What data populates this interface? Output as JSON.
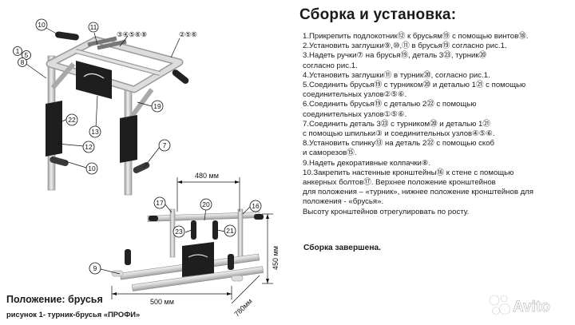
{
  "heading": "Сборка и установка:",
  "steps": [
    "1.Прикрепить подлокотник⑫ к брусьям⑲ с помощью винтов⑱.",
    "2.Установить заглушки⑨,⑩,⑪ в брусья⑲ согласно рис.1.",
    "3.Надеть ручки⑦ на брусья⑲, деталь 3㉓, турник⑳",
    "согласно рис.1.",
    "4.Установить заглушки⑪ в турник⑳, согласно рис.1.",
    "5.Соединить брусья⑲ с турником⑳ и деталью 1㉑ с помощью",
    "соединительных узлов②⑤⑥.",
    "6.Соединить брусья⑲ с деталью 2㉒ с помощью",
    "соединительных узлов①⑤⑥.",
    "7.Соединить деталь 3㉓ с турником⑳ и деталью 1㉑",
    "с помощью шпильки③ и соединительных узлов④⑤⑥.",
    "8.Установить спинку⑬ на деталь 2㉒ с помощью скоб",
    "и саморезов⑮.",
    "9.Надеть декоративные колпачки⑧.",
    "10.Закрепить настенные кронштейны⑯ к стене с помощью",
    "анкерных болтов⑰. Верхнее положение кронштейнов",
    "для положения – «турник», нижнее положение кронштейнов для",
    "положения - «брусья».",
    "Высоту кронштейнов отрегулировать по росту."
  ],
  "completion": "Сборка завершена.",
  "position_label": "Положение: брусья",
  "figure_caption": "рисунок 1- турник-брусья «ПРОФИ»",
  "watermark": "Avito",
  "callouts": {
    "c10a": "10",
    "c11": "11",
    "c3458": "③④⑤⑥⑧",
    "c256a": "②⑤⑥",
    "c1": "1",
    "c5": "5",
    "c8": "8",
    "c19": "19",
    "c22": "22",
    "c13": "13",
    "c12": "12",
    "c7": "7",
    "c10b": "10",
    "c17": "17",
    "c20": "20",
    "c16": "16",
    "c23": "23",
    "c21": "21",
    "c9": "9"
  },
  "dimensions": {
    "width_top": "480 мм",
    "height": "450 мм",
    "width_bottom": "500 мм",
    "depth": "780мм"
  },
  "colors": {
    "frame": "#d6d6d6",
    "frame_edge": "#8a8a8a",
    "pad": "#1e1e1e",
    "text": "#1a1a1a",
    "watermark": "#ffffff"
  }
}
